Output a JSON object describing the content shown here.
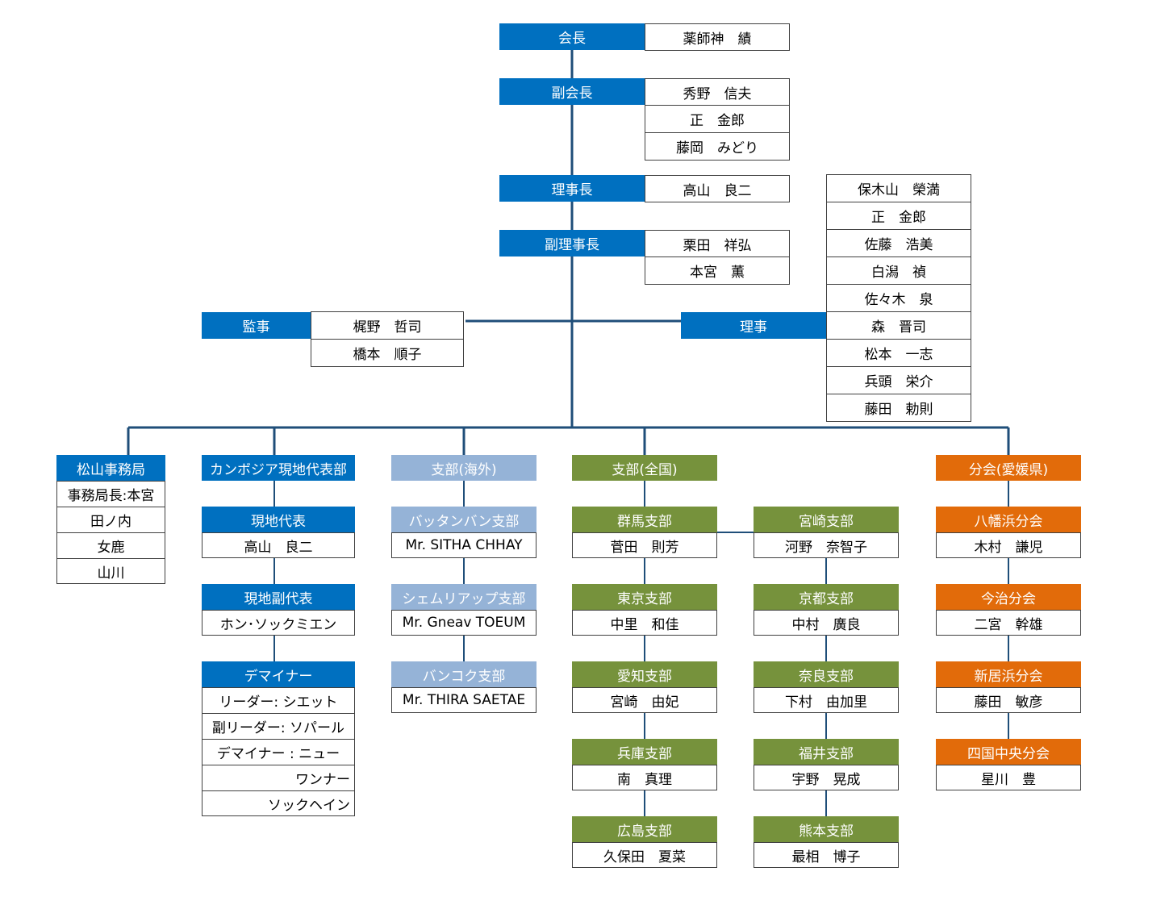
{
  "top": {
    "chairman": {
      "title": "会長",
      "names": [
        "薬師神　績"
      ]
    },
    "vice_chairman": {
      "title": "副会長",
      "names": [
        "秀野　信夫",
        "正　金郎",
        "藤岡　みどり"
      ]
    },
    "board_chair": {
      "title": "理事長",
      "names": [
        "高山　良二"
      ]
    },
    "vice_board_chair": {
      "title": "副理事長",
      "names": [
        "栗田　祥弘",
        "本宮　薫"
      ]
    },
    "auditor": {
      "title": "監事",
      "names": [
        "梶野　哲司",
        "橋本　順子"
      ]
    },
    "directors": {
      "title": "理事",
      "names": [
        "保木山　榮満",
        "正　金郎",
        "佐藤　浩美",
        "白潟　禎",
        "佐々木　泉",
        "森　晋司",
        "松本　一志",
        "兵頭　栄介",
        "藤田　勅則"
      ]
    }
  },
  "matsuyama": {
    "title": "松山事務局",
    "members": [
      "事務局長:本宮",
      "田ノ内",
      "女鹿",
      "山川"
    ]
  },
  "cambodia": {
    "title": "カンボジア現地代表部",
    "rep": {
      "title": "現地代表",
      "name": "高山　良二"
    },
    "vice_rep": {
      "title": "現地副代表",
      "name": "ホン･ソックミエン"
    },
    "deminer": {
      "title": "デマイナー",
      "members": [
        "リーダー: シエット",
        "副リーダー: ソパール",
        "デマイナー : ニュー",
        "ワンナー",
        "ソックヘイン"
      ]
    }
  },
  "overseas": {
    "title": "支部(海外)",
    "branches": [
      {
        "title": "バッタンバン支部",
        "name": "Mr. SITHA CHHAY"
      },
      {
        "title": "シェムリアップ支部",
        "name": "Mr. Gneav TOEUM"
      },
      {
        "title": "バンコク支部",
        "name": "Mr. THIRA SAETAE"
      }
    ]
  },
  "national": {
    "title": "支部(全国)",
    "left": [
      {
        "title": "群馬支部",
        "name": "菅田　則芳"
      },
      {
        "title": "東京支部",
        "name": "中里　和佳"
      },
      {
        "title": "愛知支部",
        "name": "宮崎　由妃"
      },
      {
        "title": "兵庫支部",
        "name": "南　真理"
      },
      {
        "title": "広島支部",
        "name": "久保田　夏菜"
      }
    ],
    "right": [
      {
        "title": "宮崎支部",
        "name": "河野　奈智子"
      },
      {
        "title": "京都支部",
        "name": "中村　廣良"
      },
      {
        "title": "奈良支部",
        "name": "下村　由加里"
      },
      {
        "title": "福井支部",
        "name": "宇野　晃成"
      },
      {
        "title": "熊本支部",
        "name": "最相　博子"
      }
    ]
  },
  "ehime": {
    "title": "分会(愛媛県)",
    "branches": [
      {
        "title": "八幡浜分会",
        "name": "木村　謙児"
      },
      {
        "title": "今治分会",
        "name": "二宮　幹雄"
      },
      {
        "title": "新居浜分会",
        "name": "藤田　敏彦"
      },
      {
        "title": "四国中央分会",
        "name": "星川　豊"
      }
    ]
  },
  "colors": {
    "blue": "#0070c0",
    "light_blue": "#95b3d7",
    "green": "#76923c",
    "orange": "#e26b0a",
    "line": "#1f4e79"
  }
}
